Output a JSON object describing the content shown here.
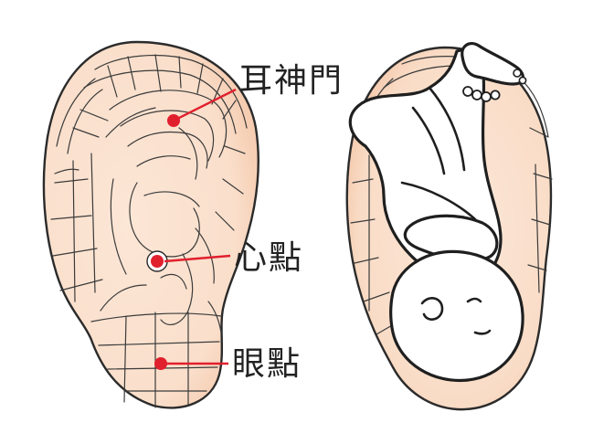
{
  "points": [
    {
      "id": "shenmen",
      "label": "耳神門"
    },
    {
      "id": "heart",
      "label": "心點"
    },
    {
      "id": "eye",
      "label": "眼點"
    }
  ],
  "colors": {
    "skin": "#fadfcb",
    "skin_edge": "#f3c3a4",
    "marker": "#e1202e",
    "outline": "#2b2b2b"
  }
}
